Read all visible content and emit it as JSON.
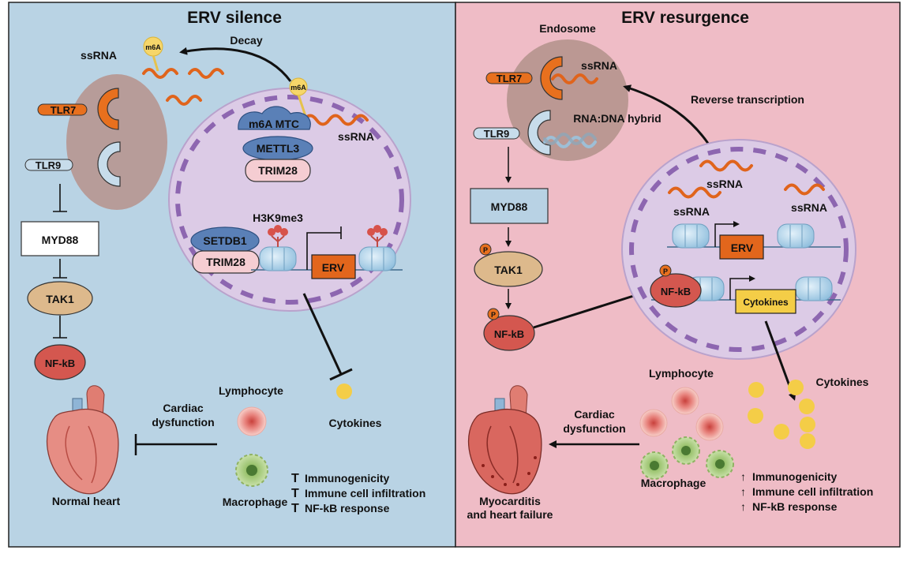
{
  "left": {
    "title": "ERV silence",
    "ssrna_top": "ssRNA",
    "m6a": "m6A",
    "decay": "Decay",
    "m6a_small": "m6A",
    "tlr7": "TLR7",
    "tlr9": "TLR9",
    "m6a_mtc": "m6A MTC",
    "mettl3": "METTL3",
    "trim28_top": "TRIM28",
    "ssrna_nuc": "ssRNA",
    "h3k9me3": "H3K9me3",
    "setdb1": "SETDB1",
    "trim28_bottom": "TRIM28",
    "erv": "ERV",
    "myd88": "MYD88",
    "tak1": "TAK1",
    "nfkb": "NF-kB",
    "lymphocyte": "Lymphocyte",
    "cytokines": "Cytokines",
    "cardiac_line1": "Cardiac",
    "cardiac_line2": "dysfunction",
    "normal_heart": "Normal heart",
    "macrophage": "Macrophage",
    "effects": [
      "Immunogenicity",
      "Immune cell infiltration",
      "NF-kB response"
    ],
    "effect_symbol": "T"
  },
  "right": {
    "title": "ERV resurgence",
    "endosome": "Endosome",
    "tlr7": "TLR7",
    "tlr9": "TLR9",
    "ssrna_endo": "ssRNA",
    "hybrid": "RNA:DNA hybrid",
    "reverse": "Reverse transcription",
    "myd88": "MYD88",
    "p": "P",
    "tak1": "TAK1",
    "nfkb": "NF-kB",
    "ssrna_a": "ssRNA",
    "ssrna_b": "ssRNA",
    "ssrna_c": "ssRNA",
    "erv": "ERV",
    "nfkb_nuc": "NF-kB",
    "cytokines_box": "Cytokines",
    "lymphocyte": "Lymphocyte",
    "cytokines": "Cytokines",
    "cardiac_line1": "Cardiac",
    "cardiac_line2": "dysfunction",
    "myo_line1": "Myocarditis",
    "myo_line2": "and heart failure",
    "macrophage": "Macrophage",
    "effects": [
      "Immunogenicity",
      "Immune cell infiltration",
      "NF-kB response"
    ],
    "effect_symbol": "↑"
  },
  "colors": {
    "left_bg": "#b9d3e4",
    "right_bg": "#efbcc6",
    "erv_box": "#e2661c",
    "tlr7": "#e8701e",
    "tlr9": "#c7dceb",
    "myd88": "#b8d2e4",
    "tak1": "#ddb98c",
    "nfkb": "#d4574f",
    "cytokine": "#f4cd47",
    "cell": "#dccbe6",
    "endosome": "#b79690",
    "histone": "#a7cde6",
    "methyl": "#d7524a"
  }
}
